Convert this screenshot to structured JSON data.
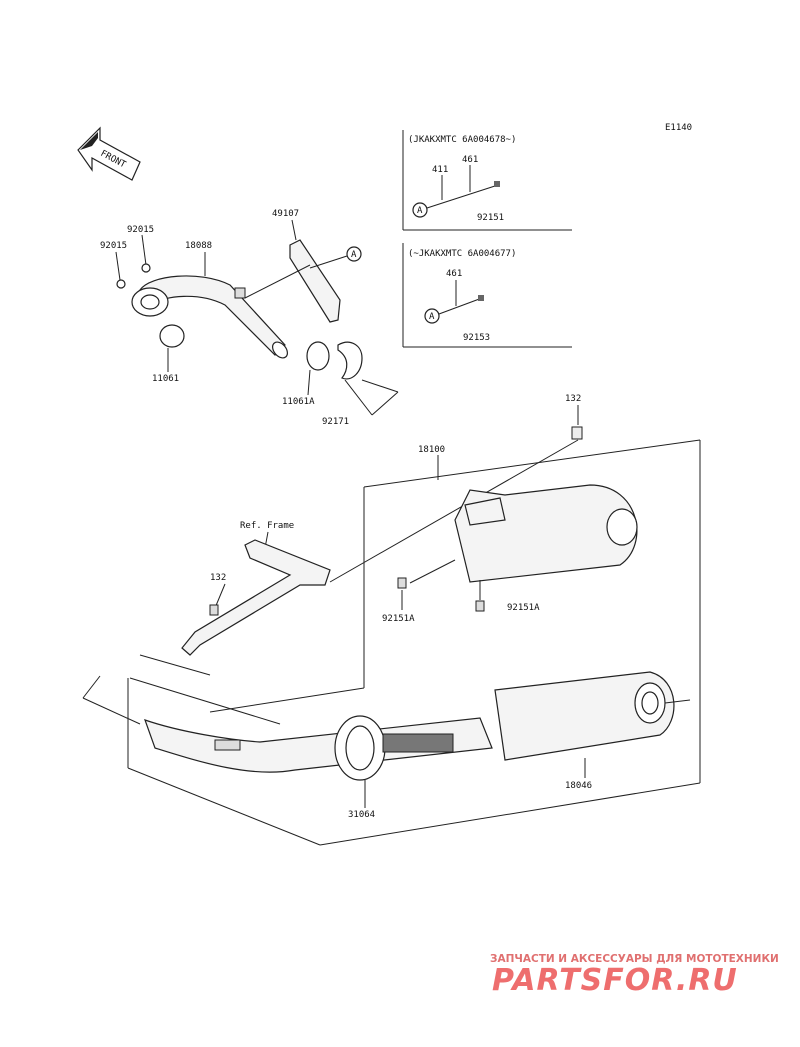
{
  "diagram_code": "E1140",
  "front_label": "FRONT",
  "ref_frame": "Ref. Frame",
  "box_top": {
    "header": "(JKAKXMTC 6A004678~)",
    "callout": "A",
    "parts": [
      "411",
      "461",
      "92151"
    ]
  },
  "box_bottom": {
    "header": "(~JKAKXMTC 6A004677)",
    "callout": "A",
    "parts": [
      "461",
      "92153"
    ]
  },
  "callout_main": "A",
  "parts": {
    "p92015a": "92015",
    "p92015b": "92015",
    "p18088": "18088",
    "p49107": "49107",
    "p11061": "11061",
    "p11061A": "11061A",
    "p92171": "92171",
    "p132a": "132",
    "p18100": "18100",
    "p132b": "132",
    "p92151A_a": "92151A",
    "p92151A_b": "92151A",
    "p18046": "18046",
    "p31064": "31064"
  },
  "watermark": {
    "subtitle": "ЗАПЧАСТИ И АКСЕССУАРЫ ДЛЯ МОТОТЕХНИКИ",
    "brand": "PARTSFOR.RU"
  }
}
